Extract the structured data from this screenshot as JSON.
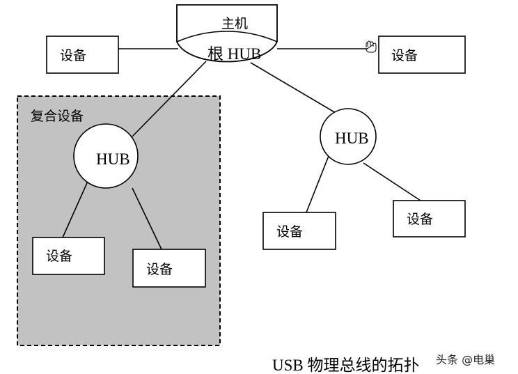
{
  "diagram": {
    "host_label": "主机",
    "root_hub_label": "根 HUB",
    "device_label": "设备",
    "composite_device_label": "复合设备",
    "hub_label": "HUB",
    "caption": "USB 物理总线的拓扑"
  },
  "watermark": {
    "text": "头条 @电巢"
  },
  "colors": {
    "composite_fill": "#c2c2c2",
    "stroke": "#000000",
    "background": "#ffffff"
  }
}
